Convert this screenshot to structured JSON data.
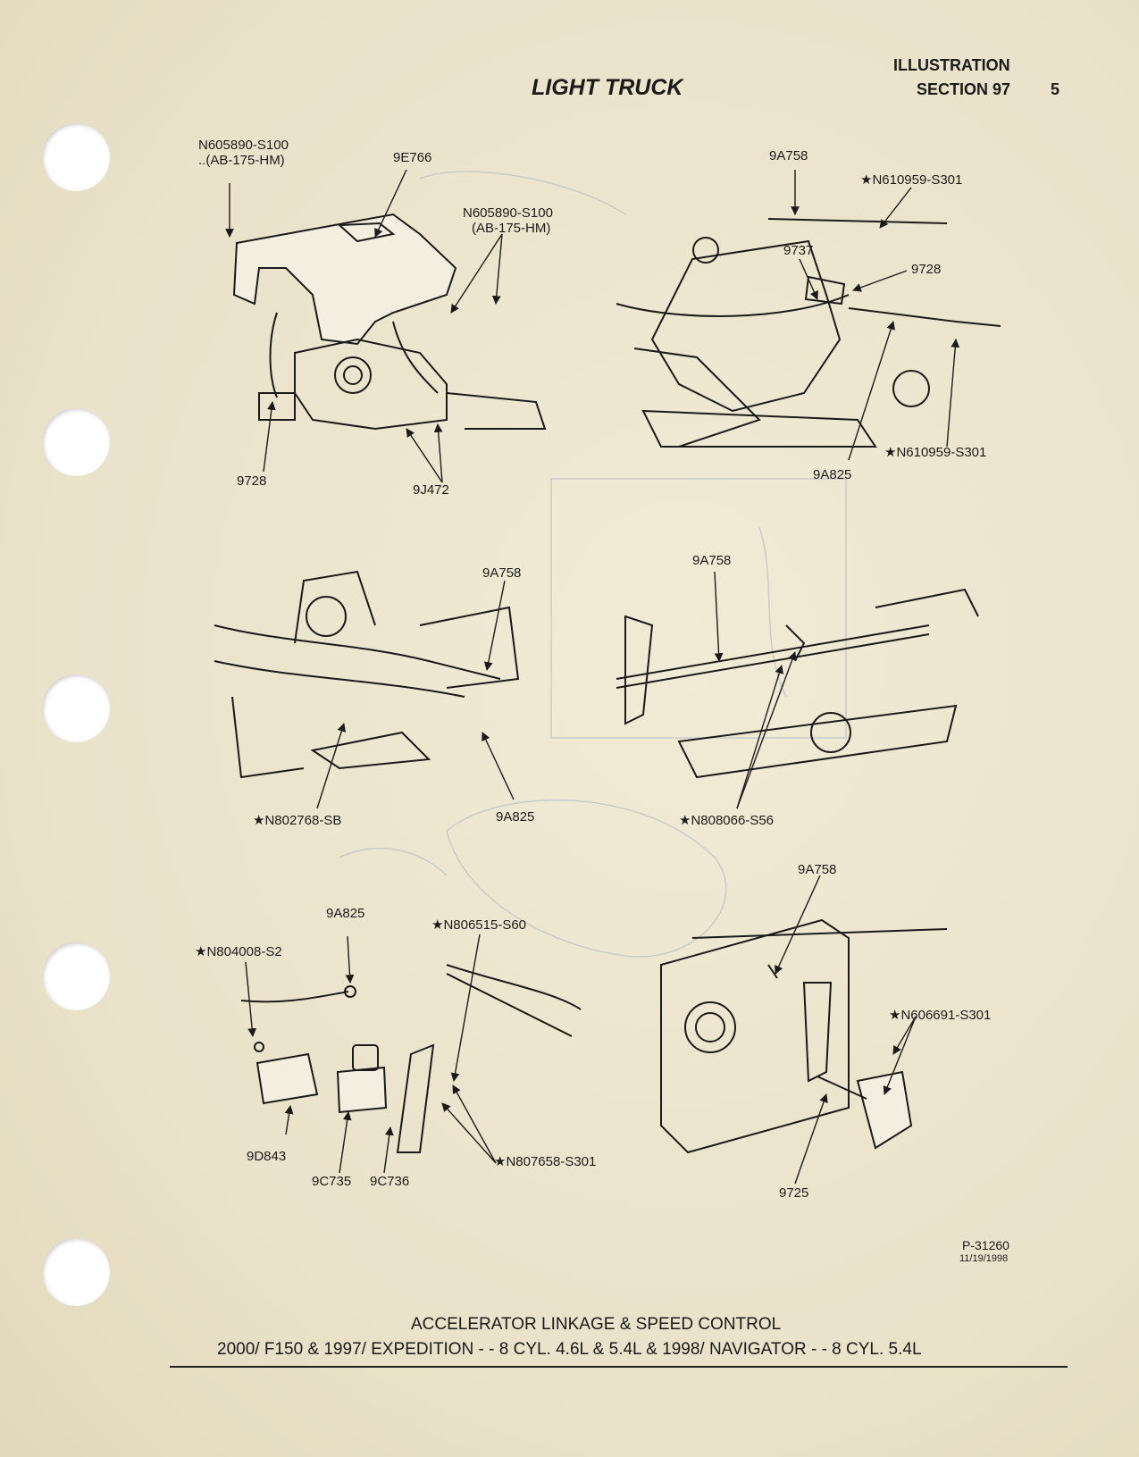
{
  "header": {
    "title": "LIGHT TRUCK",
    "illustration": "ILLUSTRATION",
    "section": "SECTION 97",
    "page_number": "5"
  },
  "labels": {
    "p1_bolt_left": "N605890-S100",
    "p1_bolt_left_spec": "..(AB-175-HM)",
    "p1_cover": "9E766",
    "p1_bolt_right": "N605890-S100",
    "p1_bolt_right_spec": "(AB-175-HM)",
    "p1_bracket": "9728",
    "p1_harness": "9J472",
    "p2_cable": "9A758",
    "p2_nut_top": "★N610959-S301",
    "p2_9737": "9737",
    "p2_9728": "9728",
    "p2_nut_bottom": "★N610959-S301",
    "p2_9a825": "9A825",
    "p3_cable": "9A758",
    "p3_screw": "★N802768-SB",
    "p3_9a825": "9A825",
    "p4_cable": "9A758",
    "p4_screw": "★N808066-S56",
    "p5_9a825": "9A825",
    "p5_screw": "★N804008-S2",
    "p5_nut": "★N806515-S60",
    "p5_9d843": "9D843",
    "p5_9c735": "9C735",
    "p5_9c736": "9C736",
    "p5_bolt": "★N807658-S301",
    "p6_cable": "9A758",
    "p6_screw": "★N606691-S301",
    "p6_pedal": "9725"
  },
  "figure": {
    "number": "P-31260",
    "date": "11/19/1998"
  },
  "footer": {
    "line1": "ACCELERATOR LINKAGE & SPEED CONTROL",
    "line2": "2000/ F150 & 1997/ EXPEDITION - - 8 CYL. 4.6L & 5.4L & 1998/ NAVIGATOR - - 8 CYL. 5.4L"
  },
  "colors": {
    "paper": "#ece5cf",
    "ink": "#1a1a1a",
    "bleed_through": "#b8c2c8"
  }
}
